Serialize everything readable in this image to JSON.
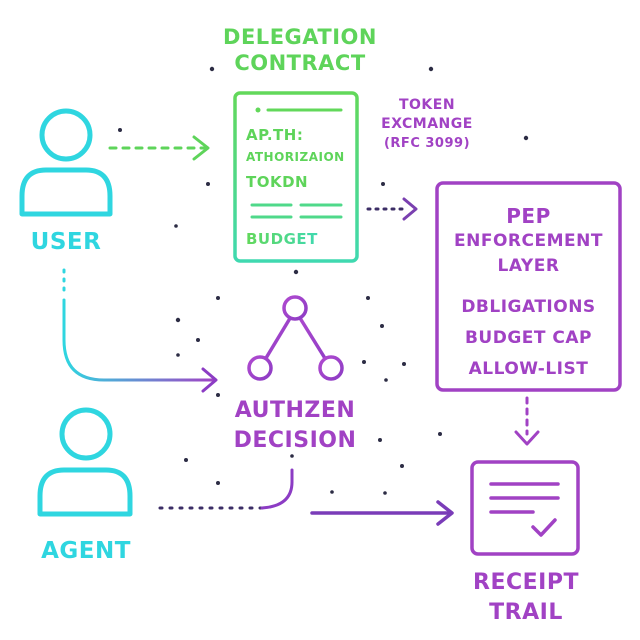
{
  "nodes": {
    "user": {
      "label": "USER"
    },
    "agent": {
      "label": "AGENT"
    },
    "delegation_contract": {
      "title_lines": [
        "DELEGATION",
        "CONTRACT"
      ],
      "doc_lines": [
        "AP.TH:",
        "ATHORIZAION",
        "TOKDN",
        "BUDGET"
      ]
    },
    "token_exchange": {
      "lines": [
        "TOKEN",
        "EXCMANGE",
        "(RFC 3099)"
      ]
    },
    "pep": {
      "lines": [
        "PEP",
        "ENFORCEMENT",
        "LAYER",
        "DBLIGATIONS",
        "BUDGET CAP",
        "ALLOW-LIST"
      ]
    },
    "authzen": {
      "lines": [
        "AUTHZEN",
        "DECISION"
      ]
    },
    "receipt": {
      "lines": [
        "RECEIPT",
        "TRAIL"
      ]
    }
  },
  "colors": {
    "cyan": "#2fd6e0",
    "green": "#5ed45a",
    "purple": "#a142c4",
    "teal": "#3fd9b0"
  },
  "icons": [
    "user-icon",
    "agent-icon",
    "document-icon",
    "network-triangle-icon",
    "receipt-icon"
  ]
}
